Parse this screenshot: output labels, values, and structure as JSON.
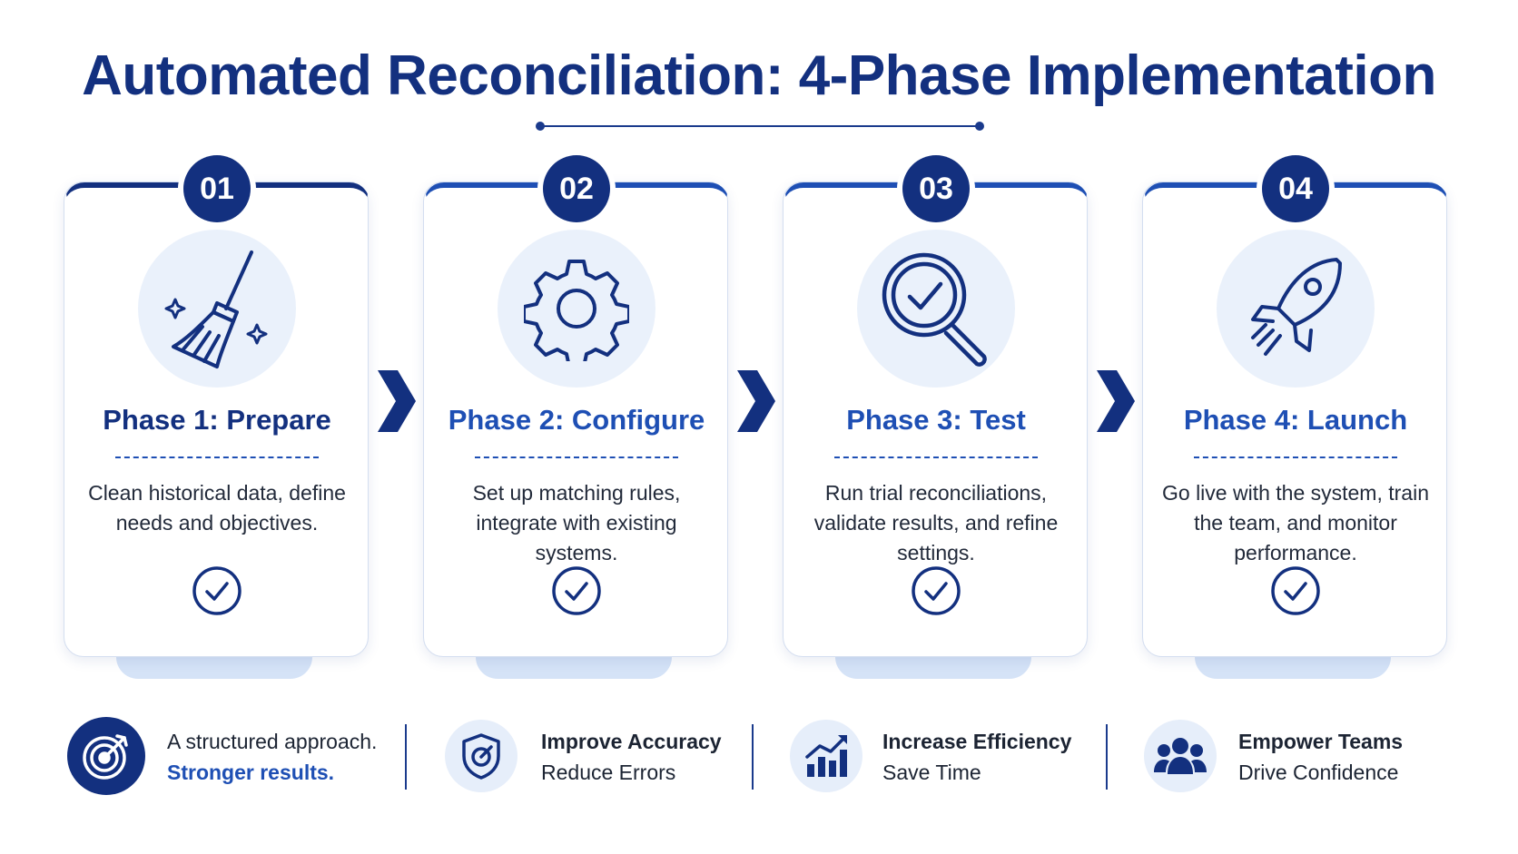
{
  "title": "Automated Reconciliation: 4-Phase Implementation",
  "colors": {
    "navy": "#13307f",
    "blue": "#1e4fb4",
    "light": "#eaf1fb"
  },
  "phases": [
    {
      "number": "01",
      "title": "Phase 1: Prepare",
      "description": "Clean historical data, define needs and objectives.",
      "icon": "broom-sparkle-icon"
    },
    {
      "number": "02",
      "title": "Phase 2: Configure",
      "description": "Set up matching rules, integrate with existing systems.",
      "icon": "gear-icon"
    },
    {
      "number": "03",
      "title": "Phase 3: Test",
      "description": "Run trial reconciliations, validate results, and refine settings.",
      "icon": "magnifier-check-icon"
    },
    {
      "number": "04",
      "title": "Phase 4: Launch",
      "description": "Go live with the system, train the team, and monitor performance.",
      "icon": "rocket-icon"
    }
  ],
  "benefits": [
    {
      "line1": "A structured approach.",
      "line2": "Stronger results.",
      "icon": "target-icon"
    },
    {
      "line1": "Improve Accuracy",
      "line2": "Reduce Errors",
      "icon": "shield-target-icon"
    },
    {
      "line1": "Increase Efficiency",
      "line2": "Save Time",
      "icon": "growth-chart-icon"
    },
    {
      "line1": "Empower Teams",
      "line2": "Drive Confidence",
      "icon": "team-icon"
    }
  ]
}
